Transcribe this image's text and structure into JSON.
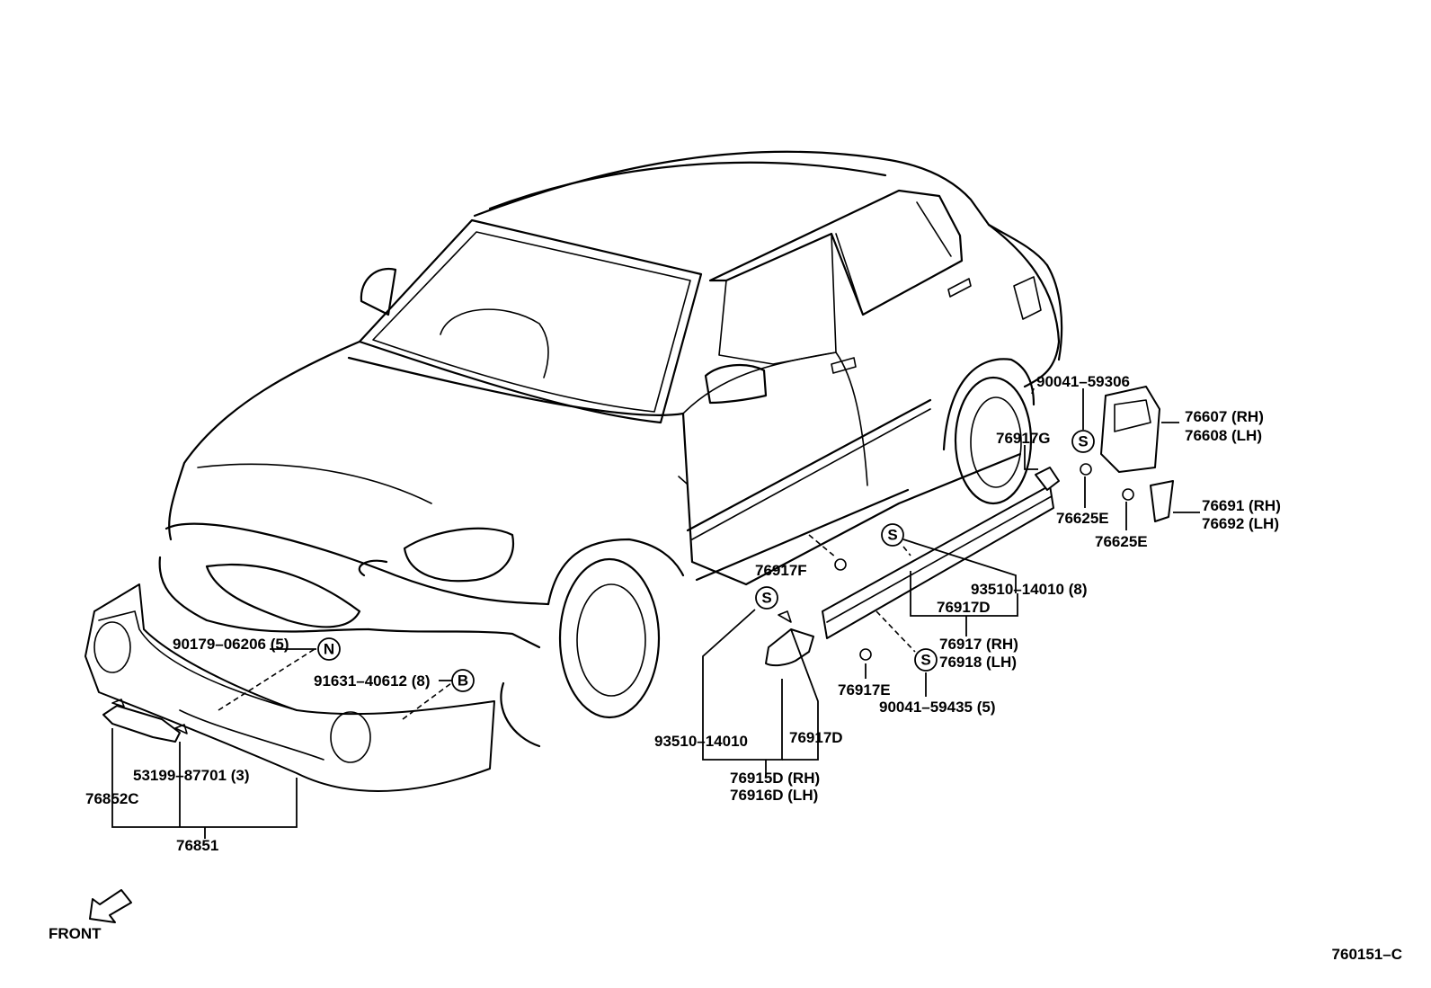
{
  "diagram": {
    "code": "760151–C",
    "front_label": "FRONT",
    "labels": {
      "p90041_59306": "90041–59306",
      "p76607": "76607 (RH)",
      "p76608": "76608 (LH)",
      "p76917G": "76917G",
      "p76625E_a": "76625E",
      "p76625E_b": "76625E",
      "p76691": "76691 (RH)",
      "p76692": "76692 (LH)",
      "p76917F": "76917F",
      "p93510_14010_8": "93510–14010 (8)",
      "p76917D_a": "76917D",
      "p76917": "76917 (RH)",
      "p76918": "76918 (LH)",
      "p76917E": "76917E",
      "p90041_59435": "90041–59435 (5)",
      "p90179_06206": "90179–06206 (5)",
      "p91631_40612": "91631–40612 (8)",
      "p93510_14010": "93510–14010",
      "p76917D_b": "76917D",
      "p76915D": "76915D (RH)",
      "p76916D": "76916D (LH)",
      "p53199_87701": "53199–87701 (3)",
      "p76852C": "76852C",
      "p76851": "76851"
    },
    "callouts": {
      "s1": "S",
      "s2": "S",
      "s3": "S",
      "s4": "S",
      "n": "N",
      "b": "B"
    }
  }
}
